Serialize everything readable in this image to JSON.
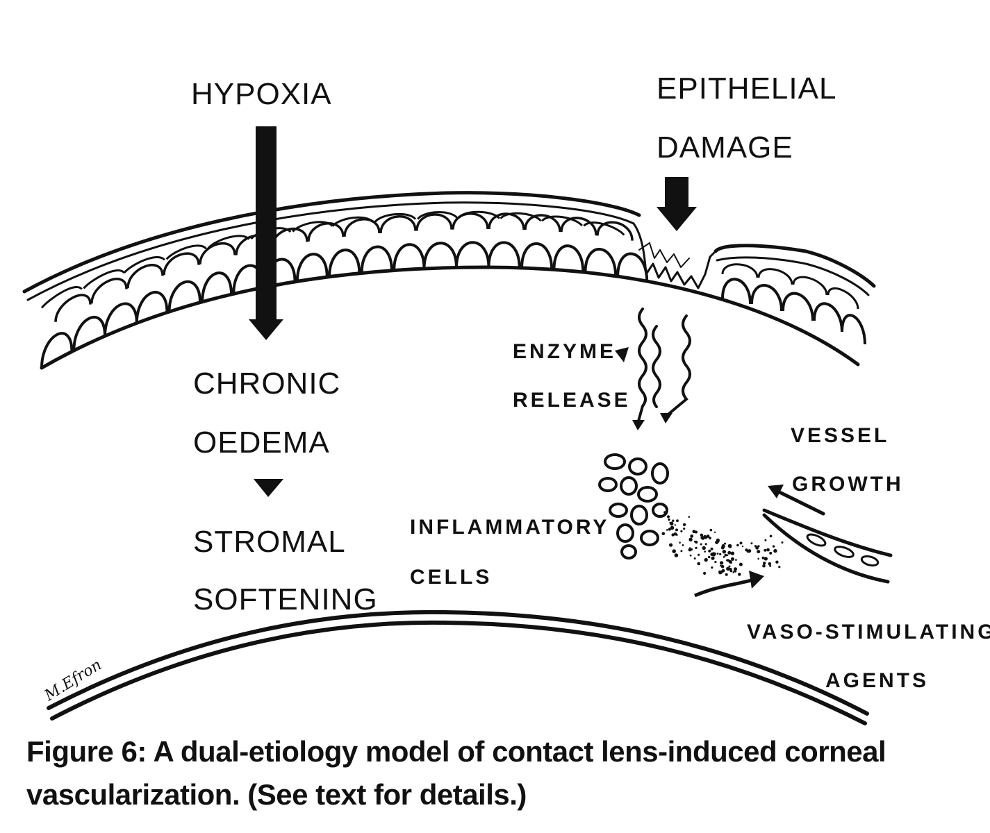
{
  "labels": {
    "hypoxia": "HYPOXIA",
    "epithelial": "EPITHELIAL",
    "damage": "DAMAGE",
    "chronic": "CHRONIC",
    "oedema": "OEDEMA",
    "stromal": "STROMAL",
    "softening": "SOFTENING",
    "enzyme": "ENZYME",
    "release": "RELEASE",
    "vessel": "VESSEL",
    "growth": "GROWTH",
    "inflammatory": "INFLAMMATORY",
    "cells": "CELLS",
    "vaso_stimulating": "VASO-STIMULATING",
    "agents": "AGENTS",
    "signature": "M.Efron"
  },
  "caption": "Figure 6: A dual-etiology model of contact lens-induced corneal vascularization. (See text for details.)"
}
